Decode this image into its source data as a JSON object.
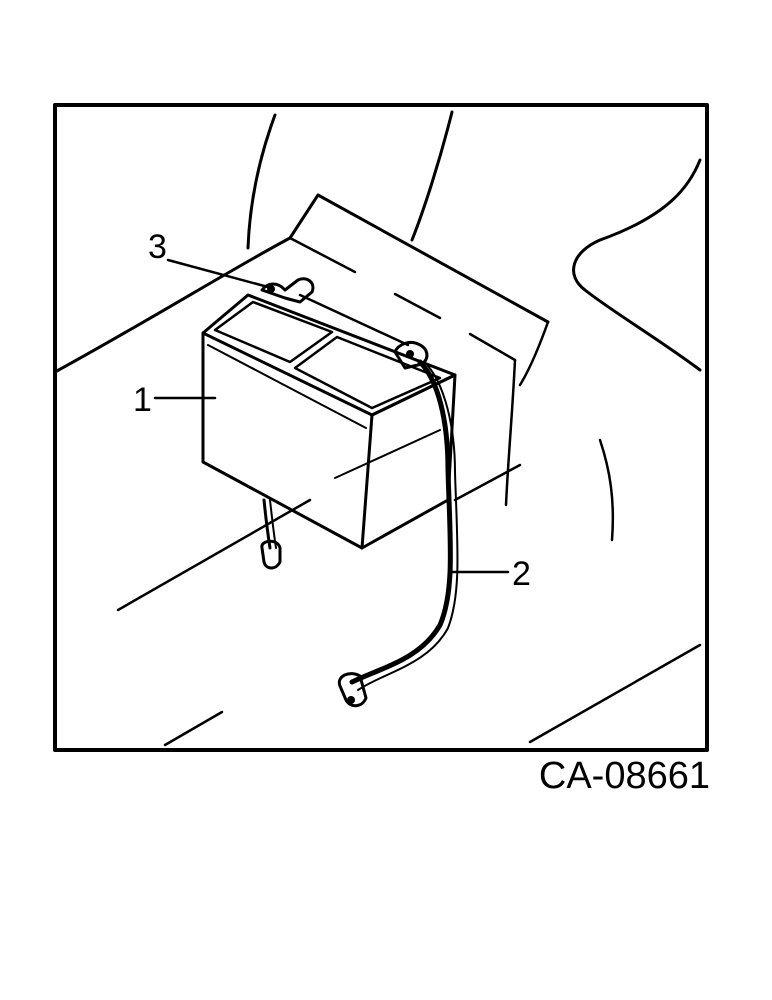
{
  "callouts": [
    {
      "label": "1"
    },
    {
      "label": "2"
    },
    {
      "label": "3"
    }
  ],
  "figure_code": "CA-08661",
  "colors": {
    "ink": "#000000",
    "paper": "#ffffff"
  }
}
